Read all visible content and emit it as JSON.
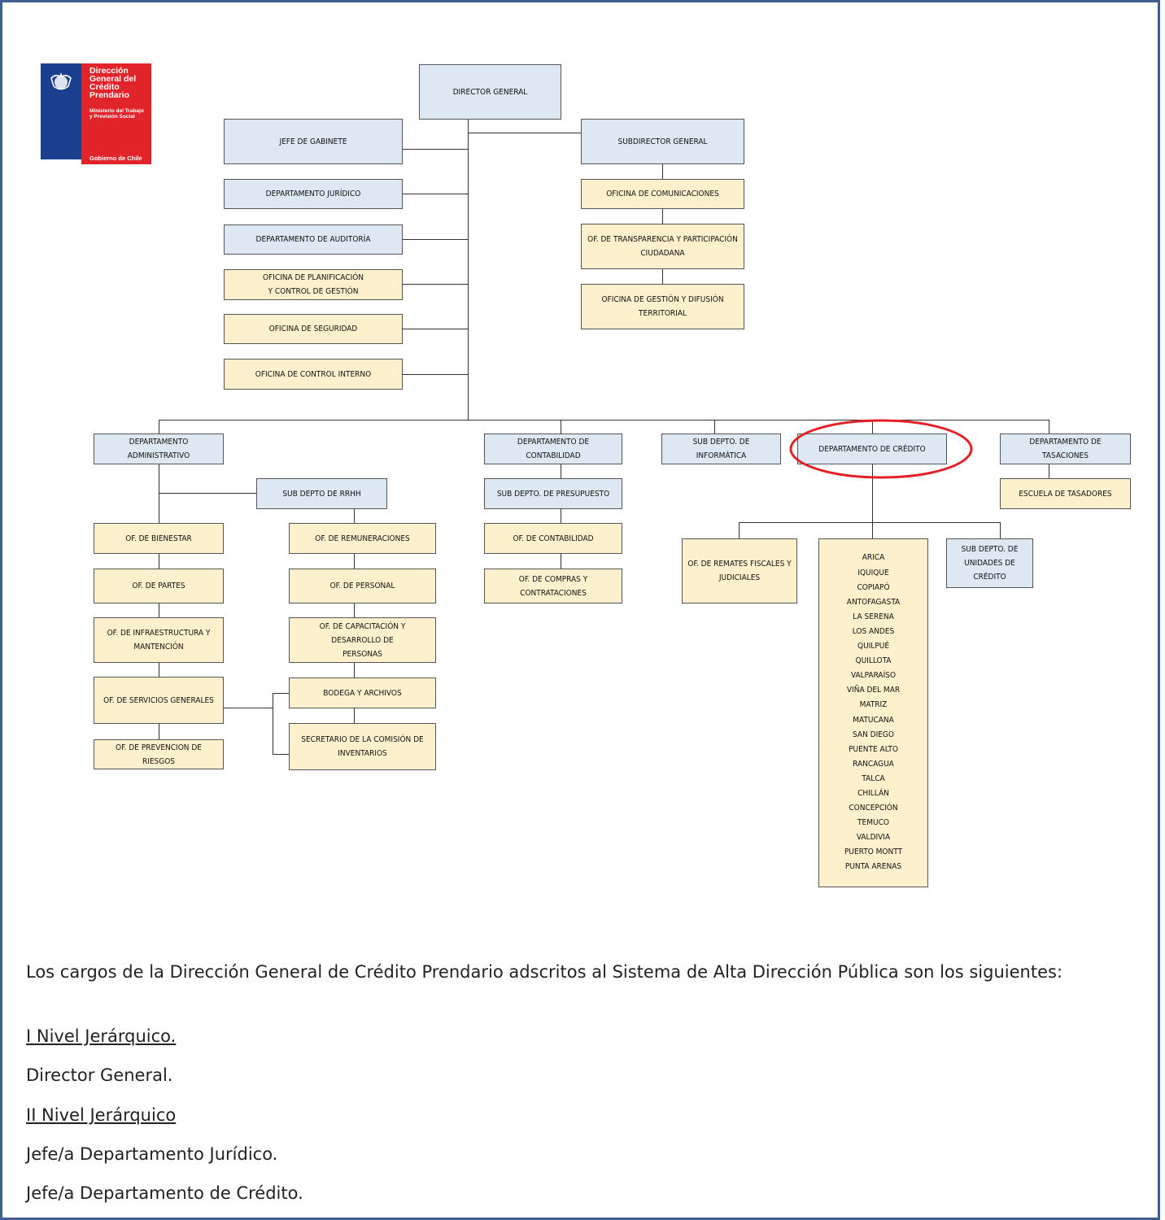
{
  "logo": {
    "name": "Dirección\nGeneral del\nCrédito\nPrendario",
    "ministry": "Ministerio del Trabajo\ny Previsión Social",
    "government": "Gobierno de Chile"
  },
  "org": {
    "director_general": "DIRECTOR GENERAL",
    "jefe_gabinete": "JEFE DE GABINETE",
    "subdirector_general": "SUBDIRECTOR GENERAL",
    "depto_juridico": "DEPARTAMENTO JURÍDICO",
    "depto_auditoria": "DEPARTAMENTO DE AUDITORÍA",
    "of_planificacion": "OFICINA DE PLANIFICACIÓN\nY CONTROL DE GESTIÓN",
    "of_seguridad": "OFICINA DE SEGURIDAD",
    "of_control_interno": "OFICINA DE CONTROL INTERNO",
    "of_comunicaciones": "OFICINA DE COMUNICACIONES",
    "of_transparencia": "OF. DE TRANSPARENCIA Y PARTICIPACIÓN\nCIUDADANA",
    "of_gestion_territorial": "OFICINA DE GESTIÓN Y DIFUSIÓN TERRITORIAL",
    "depto_administrativo": "DEPARTAMENTO ADMINISTRATIVO",
    "depto_contabilidad": "DEPARTAMENTO DE CONTABILIDAD",
    "sub_informatica": "SUB DEPTO. DE INFORMÁTICA",
    "depto_credito": "DEPARTAMENTO DE CRÉDITO",
    "depto_tasaciones": "DEPARTAMENTO DE TASACIONES",
    "sub_rrhh": "SUB DEPTO DE RRHH",
    "sub_presupuesto": "SUB DEPTO. DE PRESUPUESTO",
    "escuela_tasadores": "ESCUELA DE TASADORES",
    "of_bienestar": "OF. DE BIENESTAR",
    "of_partes": "OF. DE PARTES",
    "of_infraestructura": "OF. DE INFRAESTRUCTURA Y\nMANTENCIÓN",
    "of_servicios_generales": "OF. DE SERVICIOS GENERALES",
    "of_prevencion": "OF. DE PREVENCION DE RIESGOS",
    "of_remuneraciones": "OF. DE REMUNERACIONES",
    "of_personal": "OF. DE PERSONAL",
    "of_capacitacion": "OF. DE CAPACITACIÓN Y DESARROLLO DE\nPERSONAS",
    "bodega": "BODEGA Y ARCHIVOS",
    "secretario_comision": "SECRETARIO DE LA COMISIÓN DE\nINVENTARIOS",
    "of_contabilidad": "OF. DE CONTABILIDAD",
    "of_compras": "OF. DE COMPRAS Y CONTRATACIONES",
    "of_remates": "OF. DE REMATES FISCALES Y\nJUDICIALES",
    "sub_unidades_credito": "SUB DEPTO. DE\nUNIDADES DE CRÉDITO",
    "unidades": [
      "ARICA",
      "IQUIQUE",
      "COPIAPÓ",
      "ANTOFAGASTA",
      "LA SERENA",
      "LOS ANDES",
      "QUILPUÉ",
      "QUILLOTA",
      "VALPARAÍSO",
      "VIÑA DEL MAR",
      "MATRIZ",
      "MATUCANA",
      "SAN DIEGO",
      "PUENTE ALTO",
      "RANCAGUA",
      "TALCA",
      "CHILLÁN",
      "CONCEPCIÓN",
      "TEMUCO",
      "VALDIVIA",
      "PUERTO MONTT",
      "PUNTA ARENAS"
    ]
  },
  "colors": {
    "highlight": "#e32228",
    "blue_box": "#dde8f3",
    "tan_box": "#fdf0cd",
    "frame": "#3f5f8f"
  },
  "text": {
    "intro": "Los cargos de la Dirección General de Crédito Prendario adscritos al Sistema de Alta Dirección Pública son los siguientes:",
    "level1_heading": "I Nivel Jerárquico.",
    "level1_item": "Director General.",
    "level2_heading": "II Nivel Jerárquico",
    "level2_item1": "Jefe/a Departamento Jurídico.",
    "level2_item2": "Jefe/a Departamento de Crédito."
  }
}
